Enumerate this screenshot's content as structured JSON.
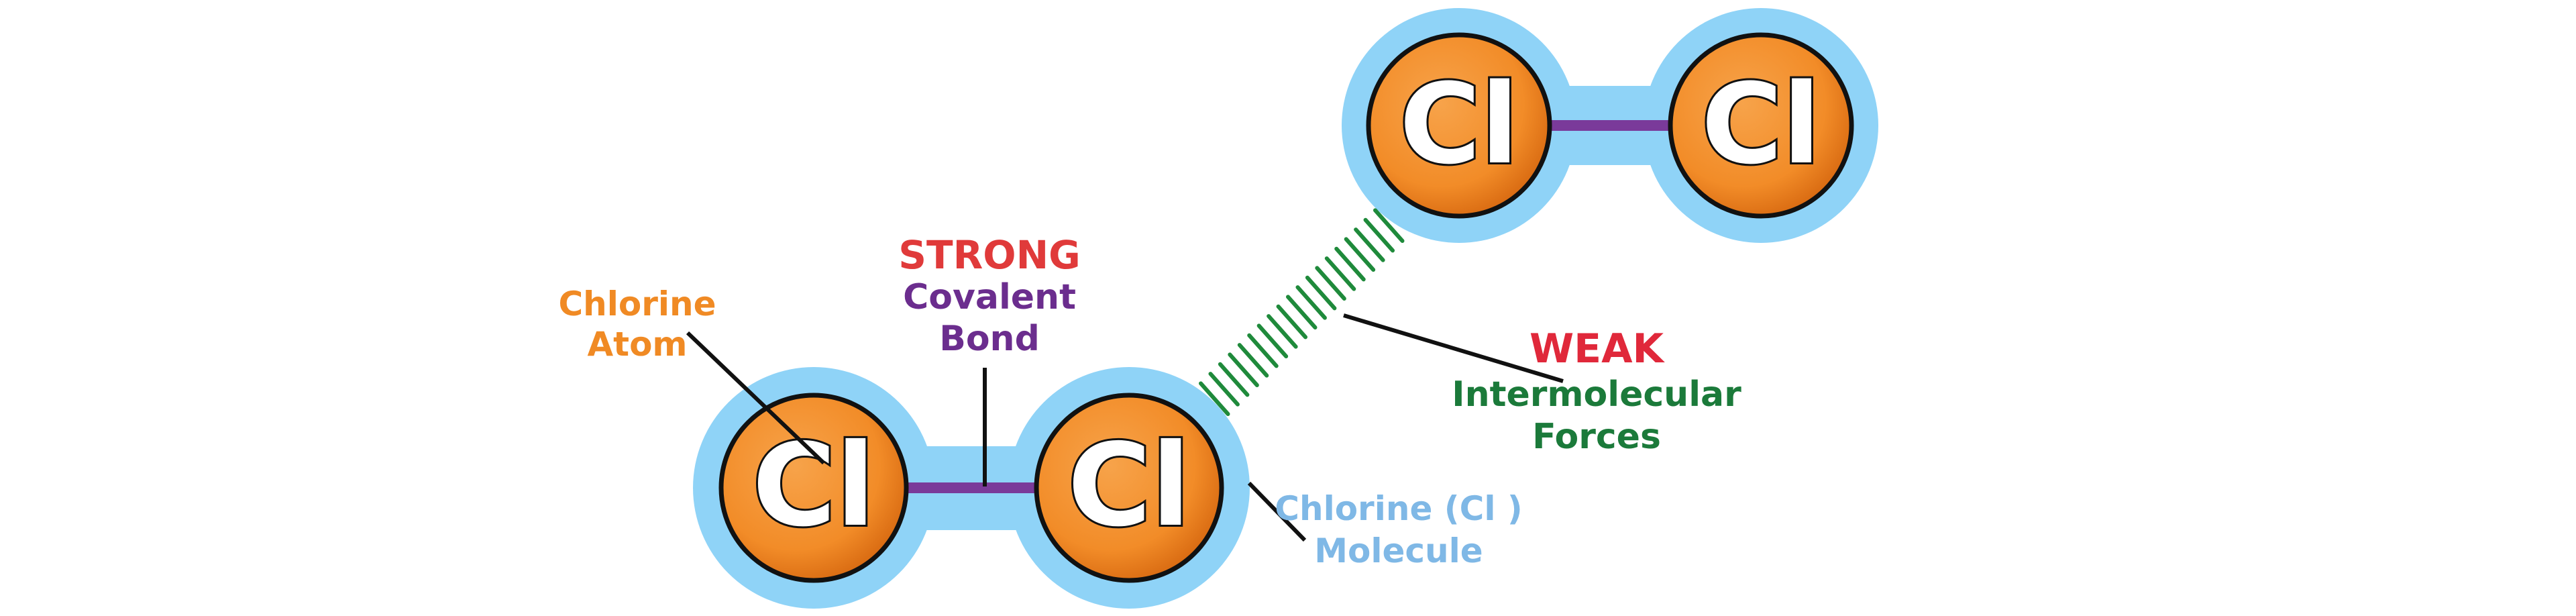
{
  "colors": {
    "atom_fill": "#f28c28",
    "atom_shade": "#d96b12",
    "atom_outline": "#111111",
    "letter_fill": "#ffffff",
    "molecule_halo": "#8fd3f7",
    "bond": "#7a3a9a",
    "force_lines": "#1f8a3b",
    "leader_line": "#111111",
    "strong": "#e03a3a",
    "covalent": "#6b2d8e",
    "chlorine_atom": "#f08a24",
    "weak": "#e0283a",
    "intermolecular": "#1b7a3a",
    "molecule_label": "#7fb8e6"
  },
  "atoms": [
    {
      "symbol": "Cl"
    },
    {
      "symbol": "Cl"
    },
    {
      "symbol": "Cl"
    },
    {
      "symbol": "Cl"
    }
  ],
  "labels": {
    "chlorine_atom": {
      "line1": "Chlorine",
      "line2": "Atom"
    },
    "covalent_bond": {
      "line1": "STRONG",
      "line2": "Covalent",
      "line3": "Bond"
    },
    "intermolecular": {
      "line1": "WEAK",
      "line2": "Intermolecular",
      "line3": "Forces"
    },
    "molecule": {
      "line1": "Chlorine (Cl )",
      "line2": "Molecule"
    }
  }
}
